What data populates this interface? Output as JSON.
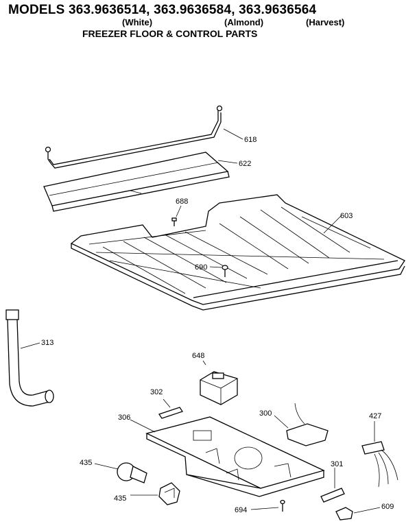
{
  "header": {
    "title": "MODELS 363.9636514, 363.9636584, 363.9636564",
    "colors": [
      "(White)",
      "(Almond)",
      "(Harvest)"
    ],
    "subtitle": "FREEZER FLOOR & CONTROL PARTS"
  },
  "parts": [
    {
      "id": "tube",
      "label": "618"
    },
    {
      "id": "trim",
      "label": "622"
    },
    {
      "id": "screw-small",
      "label": "688"
    },
    {
      "id": "floor",
      "label": "603"
    },
    {
      "id": "screw",
      "label": "690"
    },
    {
      "id": "drain-tube",
      "label": "313"
    },
    {
      "id": "timer",
      "label": "648"
    },
    {
      "id": "fuse",
      "label": "302"
    },
    {
      "id": "control-box",
      "label": "306"
    },
    {
      "id": "switch",
      "label": "300"
    },
    {
      "id": "harness",
      "label": "427"
    },
    {
      "id": "bulb",
      "label": "435"
    },
    {
      "id": "socket",
      "label": "435"
    },
    {
      "id": "screw-bottom",
      "label": "694"
    },
    {
      "id": "rod",
      "label": "301"
    },
    {
      "id": "knob",
      "label": "609"
    }
  ]
}
